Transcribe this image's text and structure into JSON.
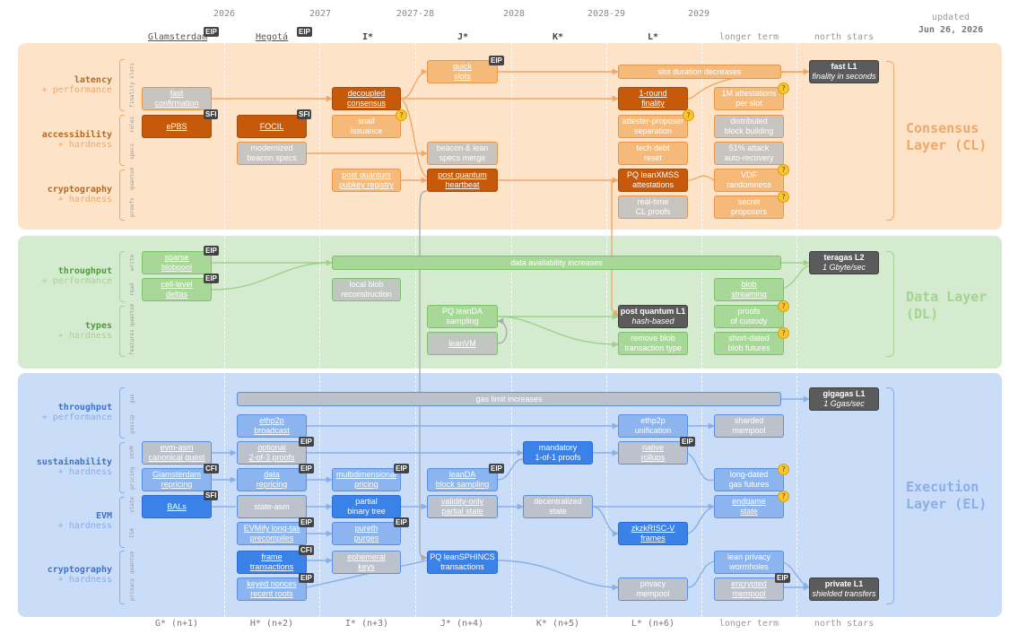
{
  "header": {
    "years": [
      "2026",
      "2027",
      "2027-28",
      "2028",
      "2028-29",
      "2029"
    ],
    "updated_label": "updated",
    "updated_date": "Jun 26, 2026",
    "forks": {
      "g": "Glamsterdam",
      "h": "Hegotá",
      "i": "I*",
      "j": "J*",
      "k": "K*",
      "l": "L*",
      "lt": "longer term",
      "ns": "north stars"
    },
    "g_tag": "EIP",
    "h_tag": "EIP"
  },
  "footer": {
    "g": "G* (n+1)",
    "h": "H* (n+2)",
    "i": "I* (n+3)",
    "j": "J* (n+4)",
    "k": "K* (n+5)",
    "l": "L* (n+6)",
    "lt": "longer term",
    "ns": "north stars"
  },
  "layers": {
    "cl": "Consensus Layer (CL)",
    "dl": "Data Layer (DL)",
    "el": "Execution Layer (EL)"
  },
  "rows": {
    "cl_latency": {
      "title": "latency",
      "sub": "+ performance"
    },
    "cl_access": {
      "title": "accessibility",
      "sub": "+ hardness"
    },
    "cl_crypto": {
      "title": "cryptography",
      "sub": "+ hardness"
    },
    "dl_throughput": {
      "title": "throughput",
      "sub": "+ performance"
    },
    "dl_types": {
      "title": "types",
      "sub": "+ hardness"
    },
    "el_throughput": {
      "title": "throughput",
      "sub": "+ performance"
    },
    "el_sustain": {
      "title": "sustainability",
      "sub": "+ hardness"
    },
    "el_evm": {
      "title": "EVM",
      "sub": "+ hardness"
    },
    "el_crypto": {
      "title": "cryptography",
      "sub": "+ hardness"
    }
  },
  "sublabels": {
    "slots": "slots",
    "finality": "finality",
    "roles": "roles",
    "specs": "specs",
    "quantum": "quantum",
    "proofs": "proofs",
    "write": "write",
    "read": "read",
    "dl_quantum": "quantum",
    "features": "features",
    "gas": "gas",
    "gossip": "gossip",
    "zkVM": "zkVM",
    "pricing": "pricing",
    "state": "state",
    "ISA": "ISA",
    "el_quantum": "quantum",
    "privacy": "privacy"
  },
  "cl_items": {
    "fast_confirmation": [
      "fast",
      "confirmation"
    ],
    "epbs": "ePBS",
    "focil": "FOCIL",
    "modernized": [
      "modernized",
      "beacon specs"
    ],
    "decoupled": [
      "decoupled",
      "consensus"
    ],
    "snail": [
      "snail",
      "issuance"
    ],
    "pq_pubkey": [
      "post quantum",
      "pubkey registry"
    ],
    "quick_slots": [
      "quick",
      "slots"
    ],
    "beacon_merge": [
      "beacon & lean",
      "specs merge"
    ],
    "pq_heartbeat": [
      "post quantum",
      "heartbeat"
    ],
    "slot_duration": "slot duration decreases",
    "one_round": [
      "1-round",
      "finality"
    ],
    "aps": [
      "attester-proposer",
      "separation"
    ],
    "tech_debt": [
      "tech debt",
      "reset"
    ],
    "pq_leanxmss": [
      "PQ leanXMSS",
      "attestations"
    ],
    "realtime_cl": [
      "real-time",
      "CL proofs"
    ],
    "attestations_1m": [
      "1M attestations",
      "per slot"
    ],
    "distributed": [
      "distributed",
      "block building"
    ],
    "attack51": [
      "51% attack",
      "auto-recovery"
    ],
    "vdf": [
      "VDF",
      "randomness"
    ],
    "secret": [
      "secret",
      "proposers"
    ],
    "fast_l1": [
      "fast L1",
      "finality in seconds"
    ]
  },
  "dl_items": {
    "sparse": [
      "sparse",
      "blobpool"
    ],
    "cell_deltas": [
      "cell-level",
      "deltas"
    ],
    "local_blob": [
      "local blob",
      "reconstruction"
    ],
    "da_increases": "data availability increases",
    "pq_leanda": [
      "PQ leanDA",
      "sampling"
    ],
    "leanvm": "leanVM",
    "pq_l1": [
      "post quantum L1",
      "hash-based"
    ],
    "remove_blob": [
      "remove blob",
      "transaction type"
    ],
    "blob_streaming": [
      "blob",
      "streaming"
    ],
    "custody": [
      "proofs",
      "of custody"
    ],
    "short_dated": [
      "short-dated",
      "blob futures"
    ],
    "teragas": [
      "teragas L2",
      "1 Gbyte/sec"
    ]
  },
  "el_items": {
    "gas_limit": "gas limit increases",
    "gigagas": [
      "gigagas L1",
      "1 Ggas/sec"
    ],
    "ethp2p_broadcast": [
      "ethp2p",
      "broadcast"
    ],
    "ethp2p_unification": [
      "ethp2p",
      "unification"
    ],
    "sharded_mempool": [
      "sharded",
      "mempool"
    ],
    "evm_asm": [
      "evm-asm",
      "canonical guest"
    ],
    "optional_proofs": [
      "optional",
      "2-of-3 proofs"
    ],
    "mandatory_proofs": [
      "mandatory",
      "1-of-1 proofs"
    ],
    "native_rollups": [
      "native",
      "rollups"
    ],
    "glamsterdam_repricing": [
      "Glamsterdam",
      "repricing"
    ],
    "data_repricing": [
      "data",
      "repricing"
    ],
    "multidim": [
      "multidimensional",
      "pricing"
    ],
    "leanda_block": [
      "leanDA",
      "block sampling"
    ],
    "long_dated": [
      "long-dated",
      "gas futures"
    ],
    "bals": "BALs",
    "state_asm": "state-asm",
    "partial_tree": [
      "partial",
      "binary tree"
    ],
    "validity_only": [
      "validity-only",
      "partial state"
    ],
    "decentralized": [
      "decentralized",
      "state"
    ],
    "endgame": [
      "endgame",
      "state"
    ],
    "evmify": [
      "EVMify long-tail",
      "precompiles"
    ],
    "purges": [
      "pureth",
      "purges"
    ],
    "zkzkriscv": [
      "zkzkRISC-V",
      "frames"
    ],
    "frame_tx": [
      "frame",
      "transactions"
    ],
    "ephemeral": [
      "ephemeral",
      "keys"
    ],
    "pq_sphincs": [
      "PQ leanSPHINCS",
      "transactions"
    ],
    "lean_privacy": [
      "lean privacy",
      "wormholes"
    ],
    "keyed_nonces": [
      "keyed nonces",
      "recent roots"
    ],
    "privacy_mempool": [
      "privacy",
      "mempool"
    ],
    "encrypted_mempool": [
      "encrypted",
      "mempool"
    ],
    "private_l1": [
      "private L1",
      "shielded transfers"
    ]
  },
  "tags": {
    "eip": "EIP",
    "sfi": "SFI",
    "cfi": "CFI"
  },
  "colors": {
    "cl_band": "#fde3c8",
    "dl_band": "#d5ebcf",
    "el_band": "#c9dcf8",
    "cl_text": "#e8944a",
    "dl_text": "#7cc06a",
    "el_text": "#5a8ee2"
  }
}
